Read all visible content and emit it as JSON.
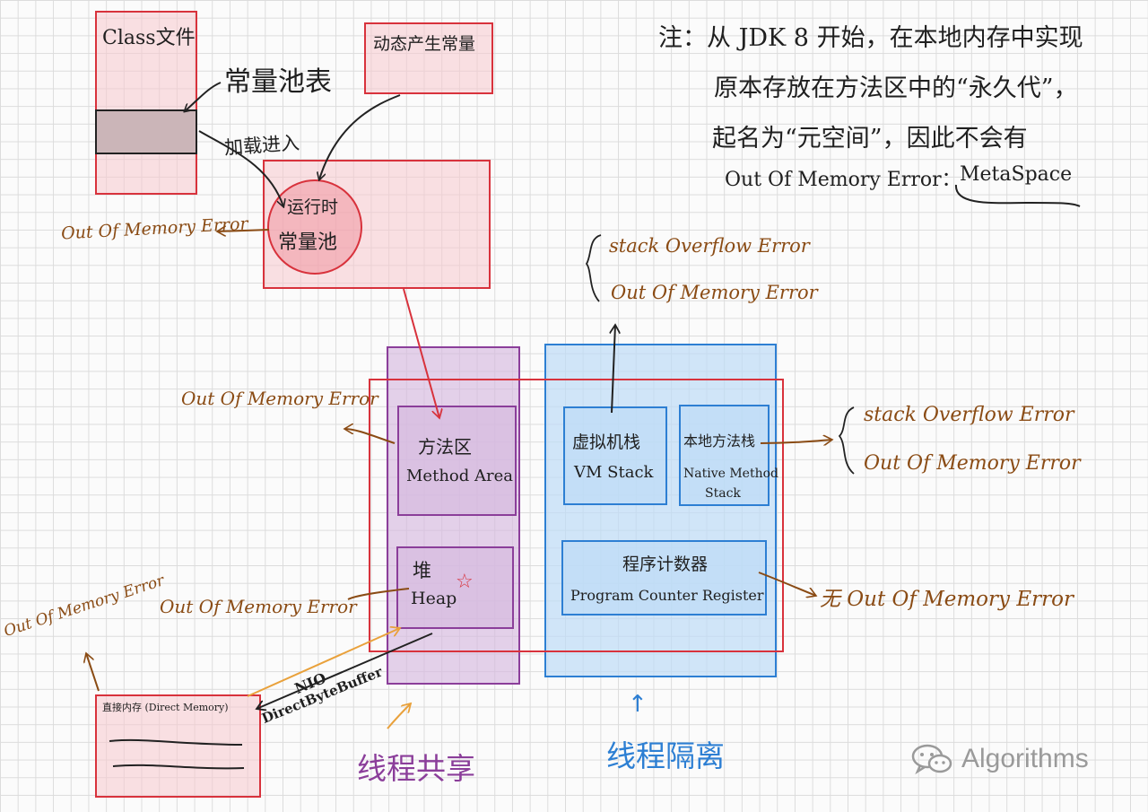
{
  "class_file": {
    "title": "Class文件",
    "constant_pool_table": "常量池表",
    "load_label": "加载进入"
  },
  "dynamic_constant": {
    "label": "动态产生常量"
  },
  "runtime_constant_pool": {
    "line1": "运行时",
    "line2": "常量池"
  },
  "note": {
    "line1": "注：从 JDK 8 开始，在本地内存中实现",
    "line2": "原本存放在方法区中的“永久代”，",
    "line3": "起名为“元空间”，因此不会有",
    "line4_prefix": "Out Of Memory Error：",
    "line4_metaspace": "MetaSpace"
  },
  "errors": {
    "runtime_pool_oom": "Out Of Memory Error",
    "method_area_oom": "Out Of Memory Error",
    "vm_stack_so": "stack Overflow Error",
    "vm_stack_oom": "Out Of Memory Error",
    "native_stack_so": "stack Overflow Error",
    "native_stack_oom": "Out Of Memory Error",
    "heap_oom": "Out Of Memory Error",
    "direct_memory_oom": "Out Of Memory Error",
    "pc_register_none": "无 Out Of Memory Error"
  },
  "method_area": {
    "cn": "方法区",
    "en": "Method Area"
  },
  "heap": {
    "cn": "堆",
    "en": "Heap",
    "star": "☆"
  },
  "vm_stack": {
    "cn": "虚拟机栈",
    "en": "VM Stack"
  },
  "native_stack": {
    "cn": "本地方法栈",
    "en": "Native Method",
    "en2": "Stack"
  },
  "pc_register": {
    "cn": "程序计数器",
    "en": "Program Counter Register"
  },
  "direct_memory": {
    "label": "直接内存 (Direct Memory)"
  },
  "nio": {
    "line1": "NIO",
    "line2": "DirectByteBuffer"
  },
  "shared_label": "线程共享",
  "isolated_label": "线程隔离",
  "isolated_arrow": "↑",
  "watermark": {
    "text": "Algorithms",
    "icon": "wechat-icon"
  },
  "colors": {
    "error_brown": "#8a4b14",
    "shared_purple": "#8b3e9a",
    "isolated_blue": "#2d7fd3",
    "red_outline": "#d8323c",
    "nio_arrow_orange": "#e9a13b"
  }
}
